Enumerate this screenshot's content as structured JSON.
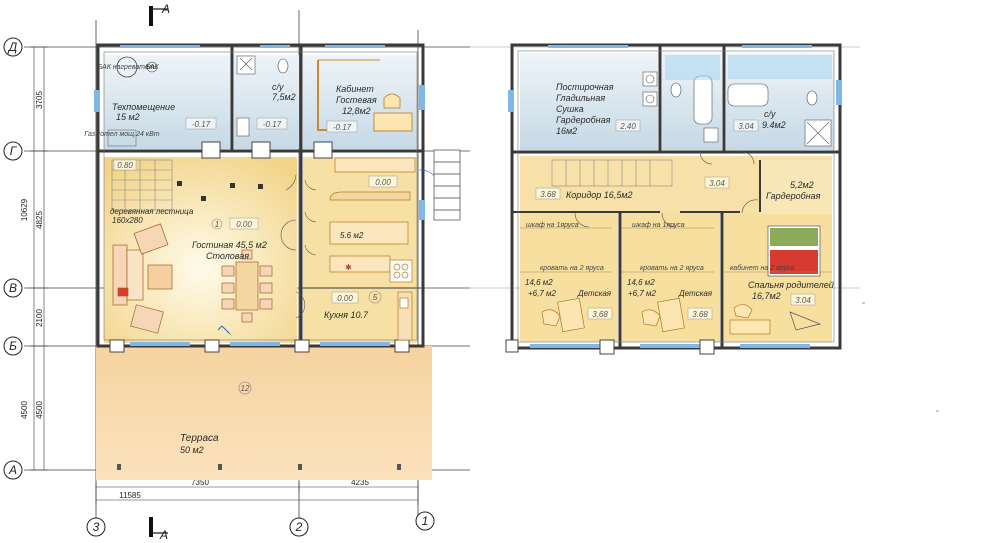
{
  "axes": {
    "rows": [
      "Д",
      "Г",
      "В",
      "Б",
      "А"
    ],
    "cols": [
      "3",
      "2",
      "1"
    ],
    "section_mark": "А"
  },
  "dimensions": {
    "left_outer": "10629",
    "left_1": "3705",
    "left_2": "4825",
    "left_3": "2100",
    "left_4": "4500",
    "left_5": "4500",
    "bottom_1": "7350",
    "bottom_2": "4235",
    "bottom_total": "11585"
  },
  "ground_floor": {
    "tech_room": {
      "name": "Техпомещение",
      "area": "15  м2",
      "level": "-0.17",
      "boiler": "БАК нагреватель",
      "gas": "БАК",
      "meter": "Газ.котел мощ.24 кВт"
    },
    "wc1": {
      "name": "с/у",
      "area": "7,5м2",
      "level": "-0.17"
    },
    "study": {
      "name1": "Кабинет",
      "name2": "Гостевая",
      "area": "12,8м2",
      "level": "-0.17"
    },
    "living": {
      "name": "Гостиная  45,5  м2",
      "name2": "Столовая",
      "level": "0.00",
      "num": "1",
      "stair_level": "0.80",
      "stair_label": "деревянная  лестница",
      "stair_size": "160х280"
    },
    "hall": {
      "level": "0.00",
      "area": "5.6 м2"
    },
    "kitchen": {
      "name": "Кухня 10.7",
      "level": "0.00",
      "num": "5"
    },
    "terrace": {
      "name": "Терраса",
      "area": "50  м2",
      "num": "12"
    }
  },
  "upper_floor": {
    "laundry": {
      "line1": "Постирочная",
      "line2": "Гладильная",
      "line3": "Сушка",
      "line4": "Гардеробная",
      "area": "16м2",
      "level": "2.40"
    },
    "wc2": {
      "name": "с/у",
      "area": "9.4м2",
      "level": "3.04"
    },
    "corridor": {
      "name": "Коридор  16,5м2",
      "level1": "3.68",
      "level2": "3.04"
    },
    "wardrobe": {
      "area": "5,2м2",
      "name": "Гардеробная"
    },
    "kids1": {
      "cabinet": "шкаф  на 1яруса",
      "bed": "кровать  на 2 яруса",
      "area": "14,6  м2",
      "plus": "+6,7  м2",
      "name": "Детская",
      "level": "3.68"
    },
    "kids2": {
      "cabinet": "шкаф  на 1яруса",
      "bed": "кровать  на 2 яруса",
      "area": "14,6  м2",
      "plus": "+6,7  м2",
      "name": "Детская",
      "level": "3.68"
    },
    "master": {
      "cabinet": "кабинет  на 2 яруса",
      "name": "Спальня родителей",
      "area": "16,7м2",
      "level": "3.04"
    }
  },
  "colors": {
    "wall": "#3a3a3a",
    "tech_fill": "#d9e6ef",
    "warm_fill": "#f6dfa2",
    "warm_light": "#fcf0cf",
    "terrace": "#f8d7a8",
    "glass": "#7fb8e6",
    "bed_red": "#d63b2f",
    "bed_green": "#8cab5a"
  }
}
